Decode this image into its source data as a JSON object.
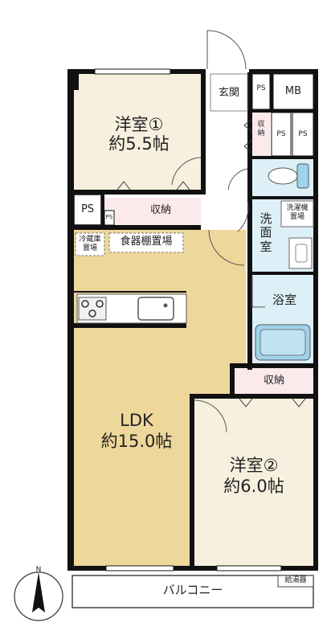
{
  "rooms": {
    "western1": {
      "name": "洋室①",
      "size": "約5.5帖"
    },
    "western2": {
      "name": "洋室②",
      "size": "約6.0帖"
    },
    "ldk": {
      "name": "LDK",
      "size": "約15.0帖"
    }
  },
  "labels": {
    "entrance": "玄関",
    "ps": "PS",
    "mb": "MB",
    "storage": "収納",
    "storage_vertical": "収\n納",
    "washroom": "洗\n面\n室",
    "washer_space": "洗濯機\n置場",
    "bathroom": "浴室",
    "fridge_space": "冷蔵庫\n置場",
    "cupboard_space": "食器棚置場",
    "balcony": "バルコニー",
    "water_heater": "給湯器",
    "north": "N"
  },
  "colors": {
    "western_floor": "#F7F0DF",
    "ldk_floor": "#EED79B",
    "wet_area": "#DDF0F8",
    "storage_pink": "#FBE9EC",
    "wall": "#111111",
    "fixture_blue": "#9FD4EA"
  }
}
